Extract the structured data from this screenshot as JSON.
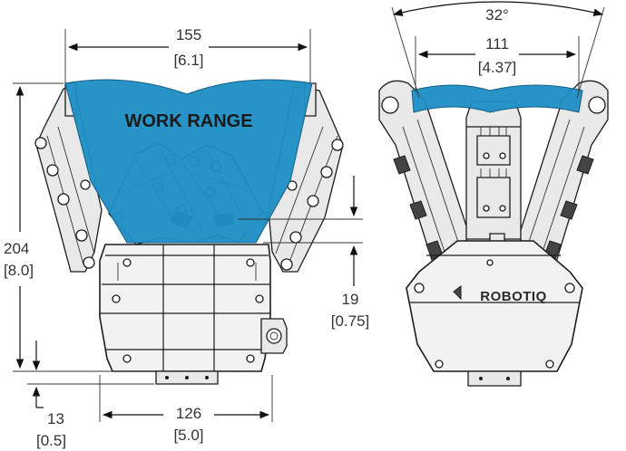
{
  "dimensions": {
    "work_range_width": {
      "mm": "155",
      "in": "[6.1]"
    },
    "total_height": {
      "mm": "204",
      "in": "[8.0]"
    },
    "finger_offset": {
      "mm": "19",
      "in": "[0.75]"
    },
    "base_height": {
      "mm": "13",
      "in": "[0.5]"
    },
    "base_width": {
      "mm": "126",
      "in": "[5.0]"
    },
    "spread_angle": {
      "label": "32°"
    },
    "finger_width": {
      "mm": "111",
      "in": "[4.37]"
    }
  },
  "labels": {
    "work_range": "WORK RANGE",
    "brand": "ROBOTIQ"
  },
  "colors": {
    "work_range_fill": "#1e8fc4",
    "outline": "#1c1c1c",
    "part_fill": "#e9e9e9"
  },
  "icons": {
    "logo": "robotiq-logo-icon"
  }
}
